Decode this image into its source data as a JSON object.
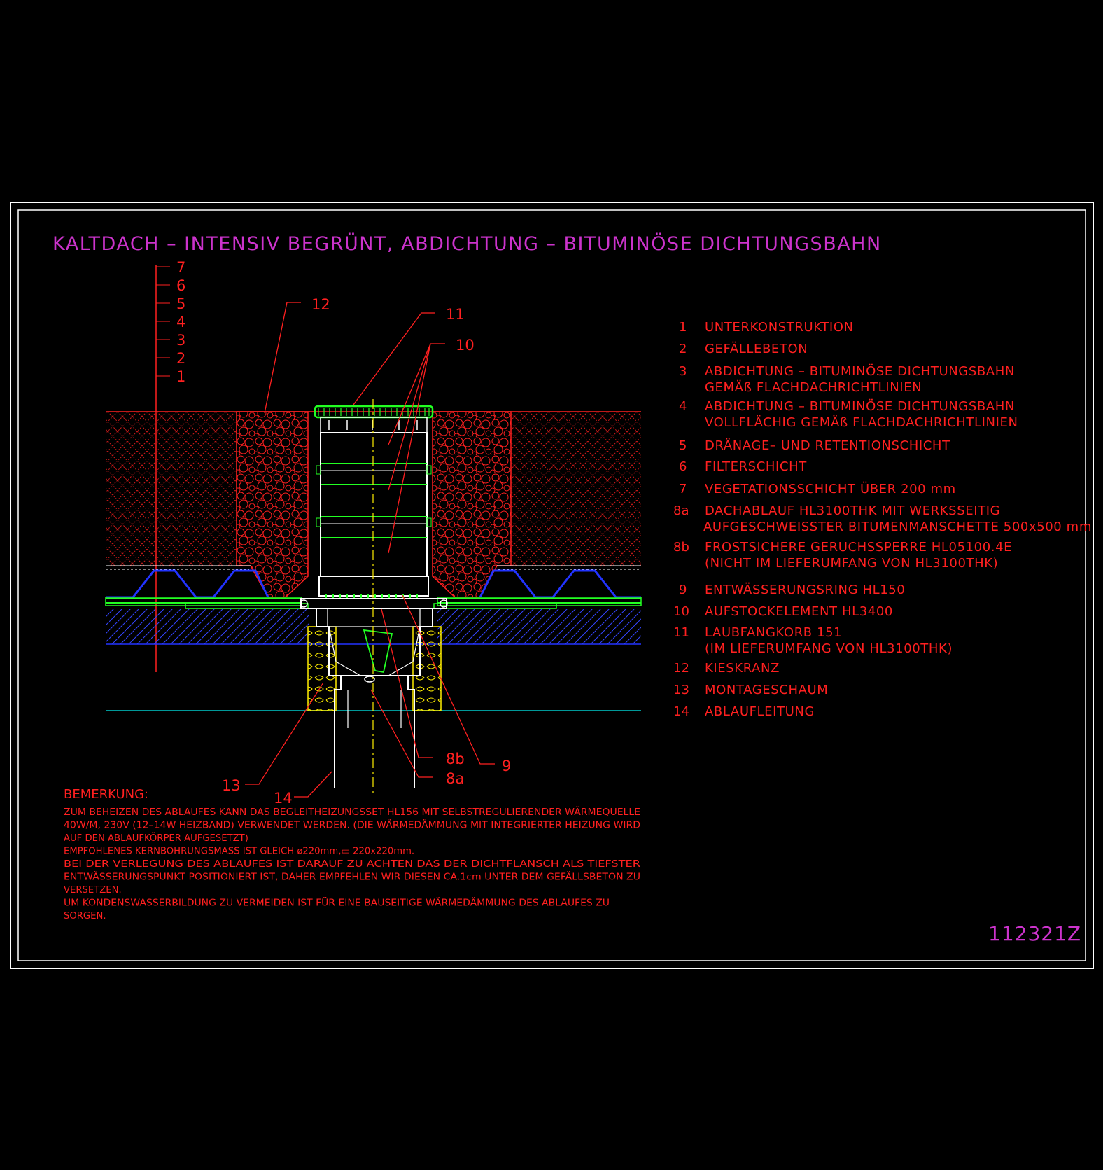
{
  "title": "KALTDACH – INTENSIV BEGRÜNT, ABDICHTUNG – BITUMINÖSE DICHTUNGSBAHN",
  "drawing_number": "112321Z",
  "colors": {
    "background": "#000000",
    "frame": "#ffffff",
    "title": "#cc33cc",
    "annotation": "#ff2020",
    "green": "#22ff22",
    "blue": "#2233ff",
    "cyan": "#00cccc",
    "yellow": "#ffee00"
  },
  "layer_scale": [
    "7",
    "6",
    "5",
    "4",
    "3",
    "2",
    "1"
  ],
  "callouts": {
    "c12": "12",
    "c11": "11",
    "c10": "10",
    "c8b": "8b",
    "c9": "9",
    "c8a": "8a",
    "c13": "13",
    "c14": "14"
  },
  "legend": [
    {
      "num": "1",
      "lines": [
        "UNTERKONSTRUKTION"
      ]
    },
    {
      "num": "2",
      "lines": [
        "GEFÄLLEBETON"
      ]
    },
    {
      "num": "3",
      "lines": [
        "ABDICHTUNG – BITUMINÖSE DICHTUNGSBAHN",
        "GEMÄß FLACHDACHRICHTLINIEN"
      ]
    },
    {
      "num": "4",
      "lines": [
        "ABDICHTUNG – BITUMINÖSE DICHTUNGSBAHN",
        "VOLLFLÄCHIG GEMÄß FLACHDACHRICHTLINIEN"
      ]
    },
    {
      "num": "5",
      "lines": [
        "DRÄNAGE– UND RETENTIONSCHICHT"
      ]
    },
    {
      "num": "6",
      "lines": [
        "FILTERSCHICHT"
      ]
    },
    {
      "num": "7",
      "lines": [
        "VEGETATIONSSCHICHT ÜBER 200 mm"
      ]
    },
    {
      "num": "8a",
      "lines": [
        "DACHABLAUF HL3100THK MIT WERKSSEITIG",
        "AUFGESCHWEISSTER BITUMENMANSCHETTE 500x500 mm"
      ]
    },
    {
      "num": "8b",
      "lines": [
        "FROSTSICHERE GERUCHSSPERRE HL05100.4E",
        "(NICHT IM LIEFERUMFANG VON HL3100THK)"
      ]
    },
    {
      "num": "9",
      "lines": [
        "ENTWÄSSERUNGSRING HL150"
      ]
    },
    {
      "num": "10",
      "lines": [
        "AUFSTOCKELEMENT HL3400"
      ]
    },
    {
      "num": "11",
      "lines": [
        "LAUBFANGKORB 151",
        "(IM LIEFERUMFANG VON HL3100THK)"
      ]
    },
    {
      "num": "12",
      "lines": [
        "KIESKRANZ"
      ]
    },
    {
      "num": "13",
      "lines": [
        "MONTAGESCHAUM"
      ]
    },
    {
      "num": "14",
      "lines": [
        "ABLAUFLEITUNG"
      ]
    }
  ],
  "remark_heading": "BEMERKUNG:",
  "remarks": [
    "ZUM BEHEIZEN DES ABLAUFES KANN DAS BEGLEITHEIZUNGSSET HL156 MIT SELBSTREGULIERENDER WÄRMEQUELLE",
    "40W/M, 230V (12–14W HEIZBAND) VERWENDET WERDEN. (DIE WÄRMEDÄMMUNG MIT INTEGRIERTER HEIZUNG WIRD",
    "AUF DEN ABLAUFKÖRPER AUFGESETZT)",
    "EMPFOHLENES KERNBOHRUNGSMASS IST GLEICH ø220mm,▭ 220x220mm.",
    "BEI DER VERLEGUNG DES ABLAUFES IST DARAUF ZU ACHTEN DAS DER DICHTFLANSCH ALS TIEFSTER",
    "ENTWÄSSERUNGSPUNKT POSITIONIERT IST, DAHER EMPFEHLEN WIR DIESEN CA.1cm UNTER DEM GEFÄLLSBETON ZU",
    "VERSETZEN.",
    "UM KONDENSWASSERBILDUNG ZU VERMEIDEN IST FÜR EINE BAUSEITIGE WÄRMEDÄMMUNG DES ABLAUFES ZU",
    "SORGEN."
  ]
}
